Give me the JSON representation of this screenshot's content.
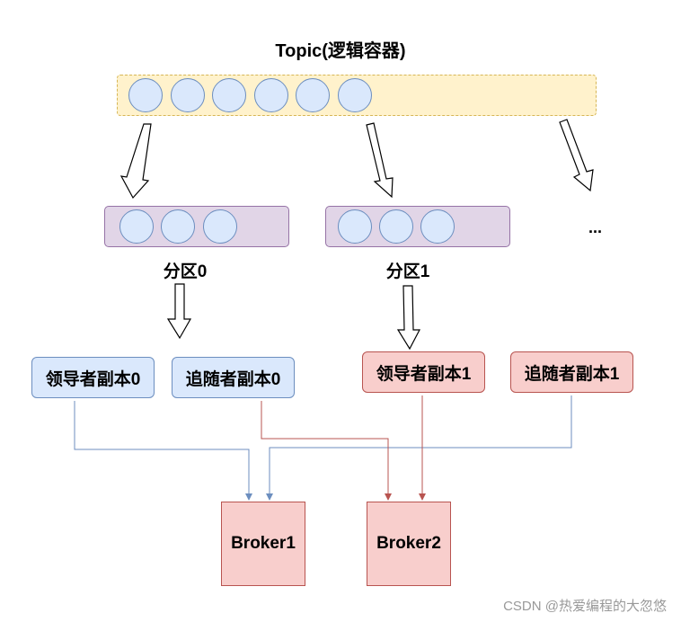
{
  "topic": {
    "title": "Topic(逻辑容器)",
    "message_count": 6
  },
  "partitions": [
    {
      "label": "分区0",
      "message_count": 3
    },
    {
      "label": "分区1",
      "message_count": 3
    }
  ],
  "ellipsis": "...",
  "replicas": [
    {
      "label": "领导者副本0",
      "color": "#dae8fc"
    },
    {
      "label": "追随者副本0",
      "color": "#dae8fc"
    },
    {
      "label": "领导者副本1",
      "color": "#f8cecc"
    },
    {
      "label": "追随者副本1",
      "color": "#f8cecc"
    }
  ],
  "brokers": [
    {
      "label": "Broker1"
    },
    {
      "label": "Broker2"
    }
  ],
  "colors": {
    "topic_fill": "#fff2cc",
    "partition_fill": "#e1d5e7",
    "message_fill": "#dae8fc",
    "blue_line": "#6c8ebf",
    "red_line": "#b85450"
  },
  "watermark": "CSDN @热爱编程的大忽悠"
}
